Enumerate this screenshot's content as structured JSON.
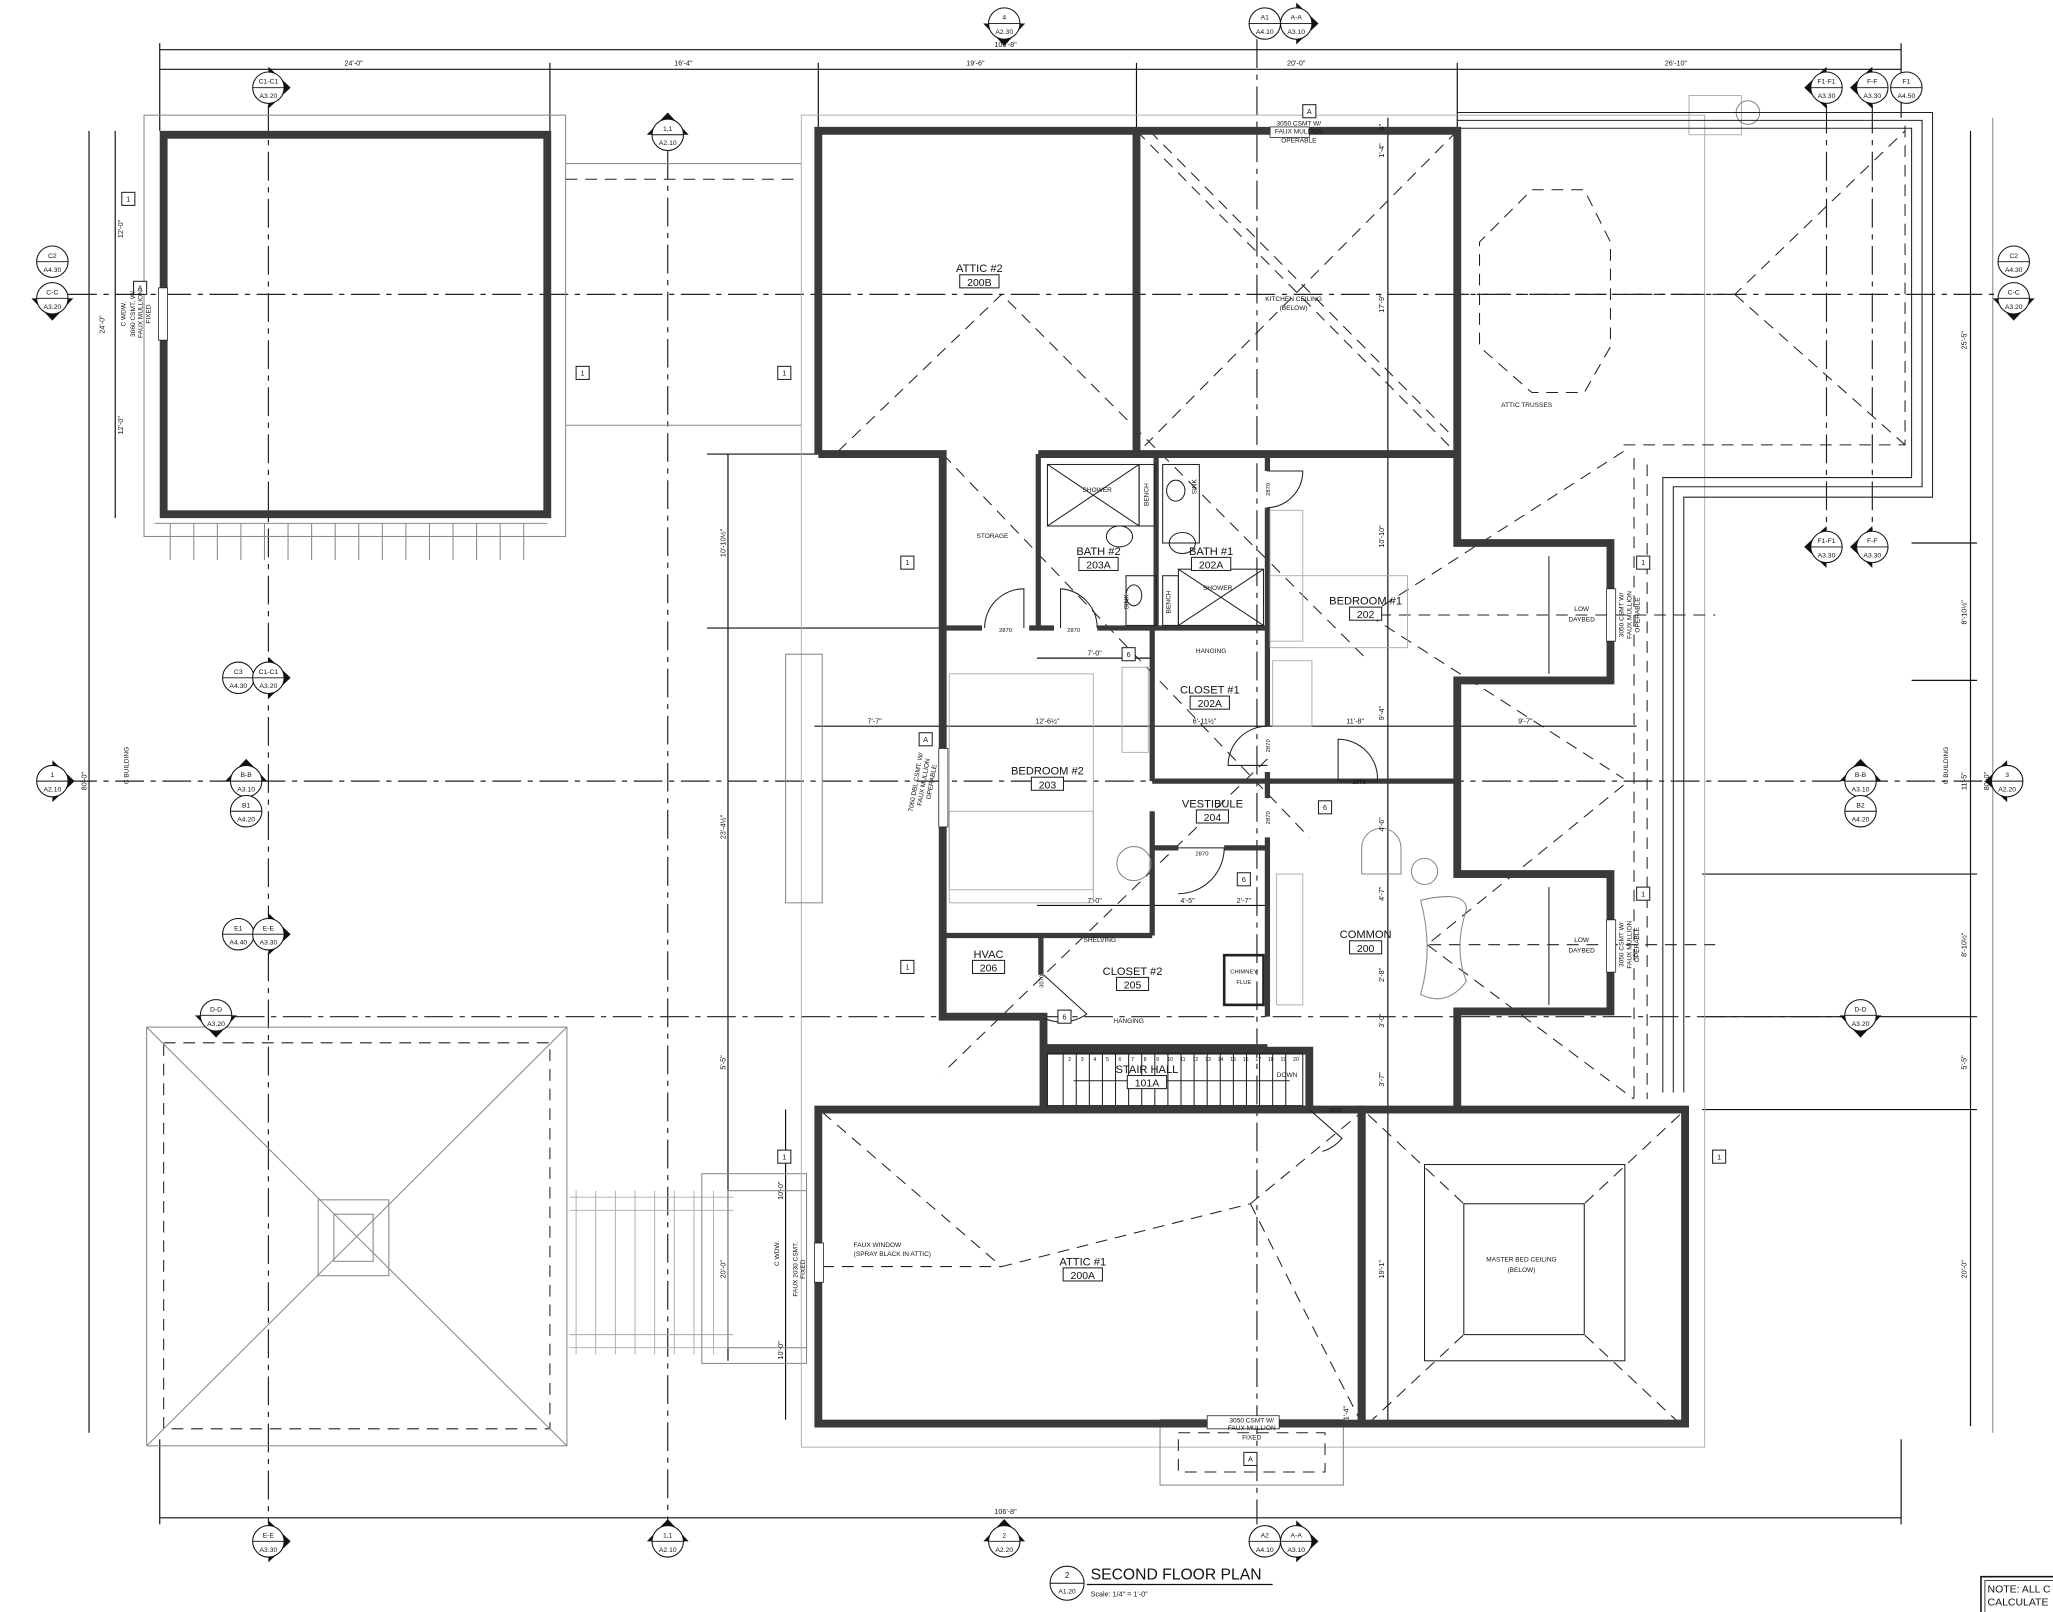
{
  "title": {
    "number": "2",
    "sheet": "A1.20",
    "name": "SECOND FLOOR PLAN",
    "scale": "Scale:   1/4\" = 1'-0\""
  },
  "note": {
    "line1": "NOTE: ALL C",
    "line2": "CALCULATE"
  },
  "markers": [
    {
      "top": "4",
      "bottom": "A2.30"
    },
    {
      "top": "A1",
      "bottom": "A4.10"
    },
    {
      "top": "A-A",
      "bottom": "A3.10"
    },
    {
      "top": "C1-C1",
      "bottom": "A3.20"
    },
    {
      "top": "1,1",
      "bottom": "A2.10"
    },
    {
      "top": "F1-F1",
      "bottom": "A3.30"
    },
    {
      "top": "F-F",
      "bottom": "A3.30"
    },
    {
      "top": "F1",
      "bottom": "A4.50"
    },
    {
      "top": "C2",
      "bottom": "A4.30"
    },
    {
      "top": "C-C",
      "bottom": "A3.20"
    },
    {
      "top": "C2",
      "bottom": "A4.30"
    },
    {
      "top": "C-C",
      "bottom": "A3.20"
    },
    {
      "top": "F1-F1",
      "bottom": "A3.30"
    },
    {
      "top": "F-F",
      "bottom": "A3.30"
    },
    {
      "top": "C3",
      "bottom": "A4.30"
    },
    {
      "top": "C1-C1",
      "bottom": "A3.20"
    },
    {
      "top": "1",
      "bottom": "A2.10"
    },
    {
      "top": "B-B",
      "bottom": "A3.10"
    },
    {
      "top": "B1",
      "bottom": "A4.20"
    },
    {
      "top": "B-B",
      "bottom": "A3.10"
    },
    {
      "top": "B2",
      "bottom": "A4.20"
    },
    {
      "top": "3",
      "bottom": "A2.20"
    },
    {
      "top": "E1",
      "bottom": "A4.40"
    },
    {
      "top": "E-E",
      "bottom": "A3.30"
    },
    {
      "top": "D-D",
      "bottom": "A3.20"
    },
    {
      "top": "D-D",
      "bottom": "A3.20"
    },
    {
      "top": "E-E",
      "bottom": "A3.30"
    },
    {
      "top": "1,1",
      "bottom": "A2.10"
    },
    {
      "top": "2",
      "bottom": "A2.20"
    },
    {
      "top": "A2",
      "bottom": "A4.10"
    },
    {
      "top": "A-A",
      "bottom": "A3.10"
    }
  ],
  "rooms": [
    {
      "name": "ATTIC #2",
      "number": "200B"
    },
    {
      "name": "BATH #2",
      "number": "203A"
    },
    {
      "name": "BATH #1",
      "number": "202A"
    },
    {
      "name": "BEDROOM #1",
      "number": "202"
    },
    {
      "name": "CLOSET #1",
      "number": "202A"
    },
    {
      "name": "BEDROOM #2",
      "number": "203"
    },
    {
      "name": "VESTIBULE",
      "number": "204"
    },
    {
      "name": "COMMON",
      "number": "200"
    },
    {
      "name": "HVAC",
      "number": "206"
    },
    {
      "name": "CLOSET #2",
      "number": "205"
    },
    {
      "name": "STAIR HALL",
      "number": "101A"
    },
    {
      "name": "ATTIC #1",
      "number": "200A"
    }
  ],
  "labels": [
    "KITCHEN CEILING",
    "(BELOW)",
    "ATTIC TRUSSES",
    "STORAGE",
    "SHOWER",
    "BENCH",
    "SINK",
    "SINK",
    "SHOWER",
    "BENCH",
    "HANGING",
    "LOW",
    "DAYBED",
    "LOW",
    "DAYBED",
    "SHELVING",
    "HANGING",
    "CHIMNEY",
    "FLUE",
    "DOWN",
    "MASTER BED CEILING",
    "(BELOW)",
    "FAUX WINDOW",
    "(SPRAY BLACK IN ATTIC)",
    "3050 CSMT W/",
    "FAUX MULLION",
    "OPERABLE",
    "3050 CSMT W/",
    "FAUX MULLION",
    "FIXED",
    "C WDW.",
    "3060 CSMT. W/",
    "FAUX MULLION",
    "FIXED",
    "7060 DBL CSMT. W/",
    "FAUX MULLION",
    "OPERABLE",
    "3050 CSMT W/",
    "FAUX MULLION",
    "OPERABLE",
    "3050 CSMT W/",
    "FAUX MULLION",
    "OPERABLE",
    "C WDW.",
    "FAUX 2030 CSMT.",
    "FIXED",
    "C BUILDING",
    "C BUILDING"
  ],
  "dimensions": [
    "106'-8\"",
    "24'-0\"",
    "16'-4\"",
    "19'-6\"",
    "20'-0\"",
    "26'-10\"",
    "106'-8\"",
    "24'-0\"",
    "12'-0\"",
    "12'-0\"",
    "80'-0\"",
    "10'-10½\"",
    "23'-4½\"",
    "5'-5\"",
    "10'-0\"",
    "20'-0\"",
    "10'-0\"",
    "25'-5\"",
    "8'-10½\"",
    "11'-5\"",
    "8'-10½\"",
    "5'-5\"",
    "20'-0\"",
    "80'-0\"",
    "6\"",
    "1'-4\"",
    "17'-9\"",
    "10'-10\"",
    "9'-4\"",
    "4'-6\"",
    "4'-7\"",
    "2'-8\"",
    "3'-0\"",
    "3'-7\"",
    "19'-1\"",
    "1'-4\"",
    "7'-0\"",
    "7'-7\"",
    "12'-6½\"",
    "6'-11½\"",
    "11'-8\"",
    "9'-7\"",
    "7'-0\"",
    "4'-5\"",
    "2'-7\""
  ],
  "door_tags": [
    "2870",
    "2870",
    "2870",
    "2870",
    "2870",
    "2870",
    "2870",
    "3070",
    "3070"
  ],
  "tags": [
    "1",
    "1",
    "1",
    "1",
    "1",
    "1",
    "1",
    "1",
    "1",
    "A",
    "A",
    "A",
    "A",
    "6",
    "6",
    "6",
    "6"
  ],
  "stair_numbers": [
    "2",
    "3",
    "4",
    "5",
    "6",
    "7",
    "8",
    "9",
    "10",
    "11",
    "12",
    "13",
    "14",
    "15",
    "16",
    "17",
    "18",
    "19",
    "20"
  ]
}
